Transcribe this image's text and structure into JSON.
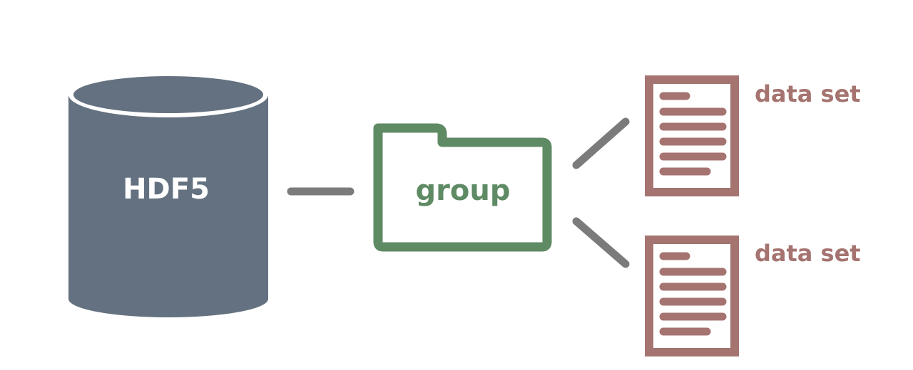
{
  "colors": {
    "database": "#647180",
    "database_rim": "#ffffff",
    "database_text": "#ffffff",
    "group": "#5e8a64",
    "dataset": "#a57470",
    "connector": "#7b7b7b",
    "background": "#ffffff"
  },
  "nodes": {
    "database": {
      "label": "HDF5",
      "icon": "database-cylinder-icon"
    },
    "group": {
      "label": "group",
      "icon": "folder-icon"
    },
    "datasets": [
      {
        "label": "data set",
        "icon": "document-icon"
      },
      {
        "label": "data set",
        "icon": "document-icon"
      }
    ]
  },
  "edges": [
    {
      "from": "database",
      "to": "group"
    },
    {
      "from": "group",
      "to": "datasets.0"
    },
    {
      "from": "group",
      "to": "datasets.1"
    }
  ]
}
